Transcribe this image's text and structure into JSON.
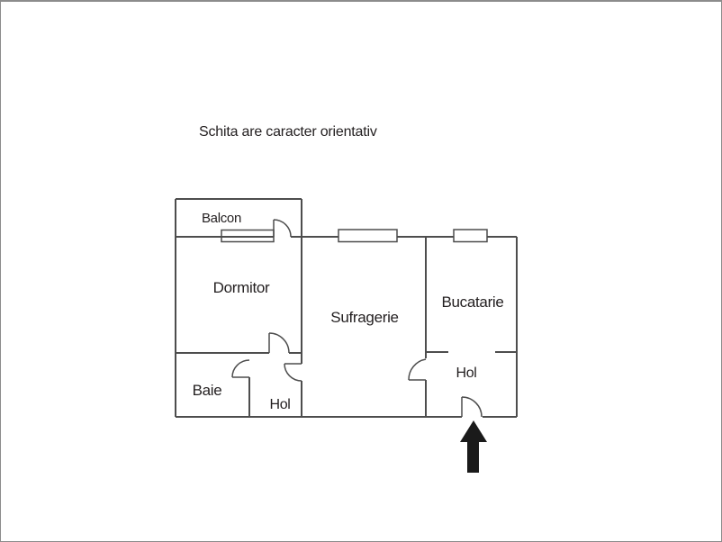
{
  "disclaimer": "Schita are caracter orientativ",
  "rooms": {
    "balcon": {
      "label": "Balcon"
    },
    "dormitor": {
      "label": "Dormitor"
    },
    "sufragerie": {
      "label": "Sufragerie"
    },
    "bucatarie": {
      "label": "Bucatarie"
    },
    "baie": {
      "label": "Baie"
    },
    "hol_sw": {
      "label": "Hol"
    },
    "hol_se": {
      "label": "Hol"
    }
  },
  "icons": {
    "entrance_arrow": "entrance-direction-up",
    "windows": [
      "balcon-window",
      "sufragerie-window",
      "bucatarie-window"
    ],
    "doors": [
      "balcon-door",
      "dormitor-door",
      "baie-door",
      "hol-sufragerie-door",
      "sufragerie-hol-door",
      "entrance-door"
    ]
  },
  "colors": {
    "wall": "#4d4d4d",
    "text": "#231f20",
    "arrow": "#1a1a1a",
    "background": "#ffffff",
    "canvas_border": "#8c8c8c"
  }
}
